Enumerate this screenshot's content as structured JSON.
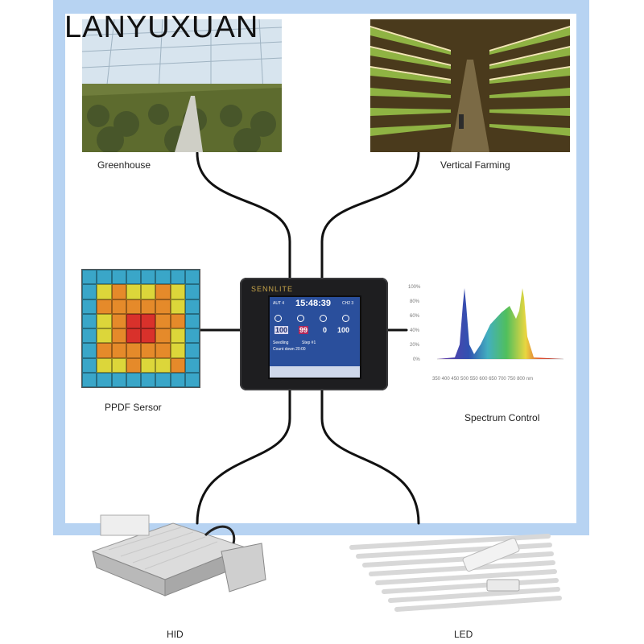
{
  "brand": "LANYUXUAN",
  "captions": {
    "greenhouse": "Greenhouse",
    "vertical_farming": "Vertical Farming",
    "ppdf_sensor": "PPDF Sersor",
    "spectrum_control": "Spectrum Control",
    "hid": "HID",
    "led": "LED"
  },
  "device": {
    "logo": "SENNLITE",
    "screen": {
      "top_left": "AUT 4",
      "time": "15:48:39",
      "top_right": "CH2 3",
      "values": [
        "100",
        "99",
        "0",
        "100"
      ],
      "line1": "Seedling",
      "line1b": "Step #1",
      "line2": "Count down 20:00"
    }
  },
  "spectrum_axis": {
    "y_ticks": [
      "100%",
      "80%",
      "60%",
      "40%",
      "20%",
      "0%"
    ],
    "x_ticks": "350 400 450 500 550 600 650 700 750 800 nm"
  },
  "colors": {
    "frame": "#b7d3f2",
    "cable": "#111111",
    "heat_hot": "#d9312b",
    "heat_warm": "#e58a2a",
    "heat_mild": "#dcd63a",
    "heat_cool": "#3fb37a",
    "heat_edge": "#3aa6c8"
  }
}
